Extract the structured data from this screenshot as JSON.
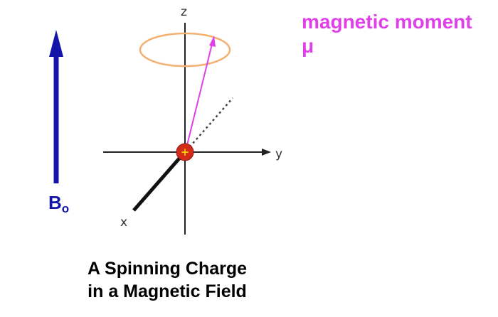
{
  "axes": {
    "z_label": "z",
    "y_label": "y",
    "x_label": "x"
  },
  "field": {
    "label_main": "B",
    "label_sub": "o",
    "color": "#1414a8"
  },
  "moment": {
    "label_line1": "magnetic moment",
    "label_line2": "μ",
    "color": "#e040e8"
  },
  "charge": {
    "symbol": "+",
    "color": "#d42a1a",
    "symbol_color": "#f5d000"
  },
  "precession": {
    "color": "#f4b070"
  },
  "caption": {
    "line1": "A Spinning Charge",
    "line2": "in a Magnetic Field"
  }
}
